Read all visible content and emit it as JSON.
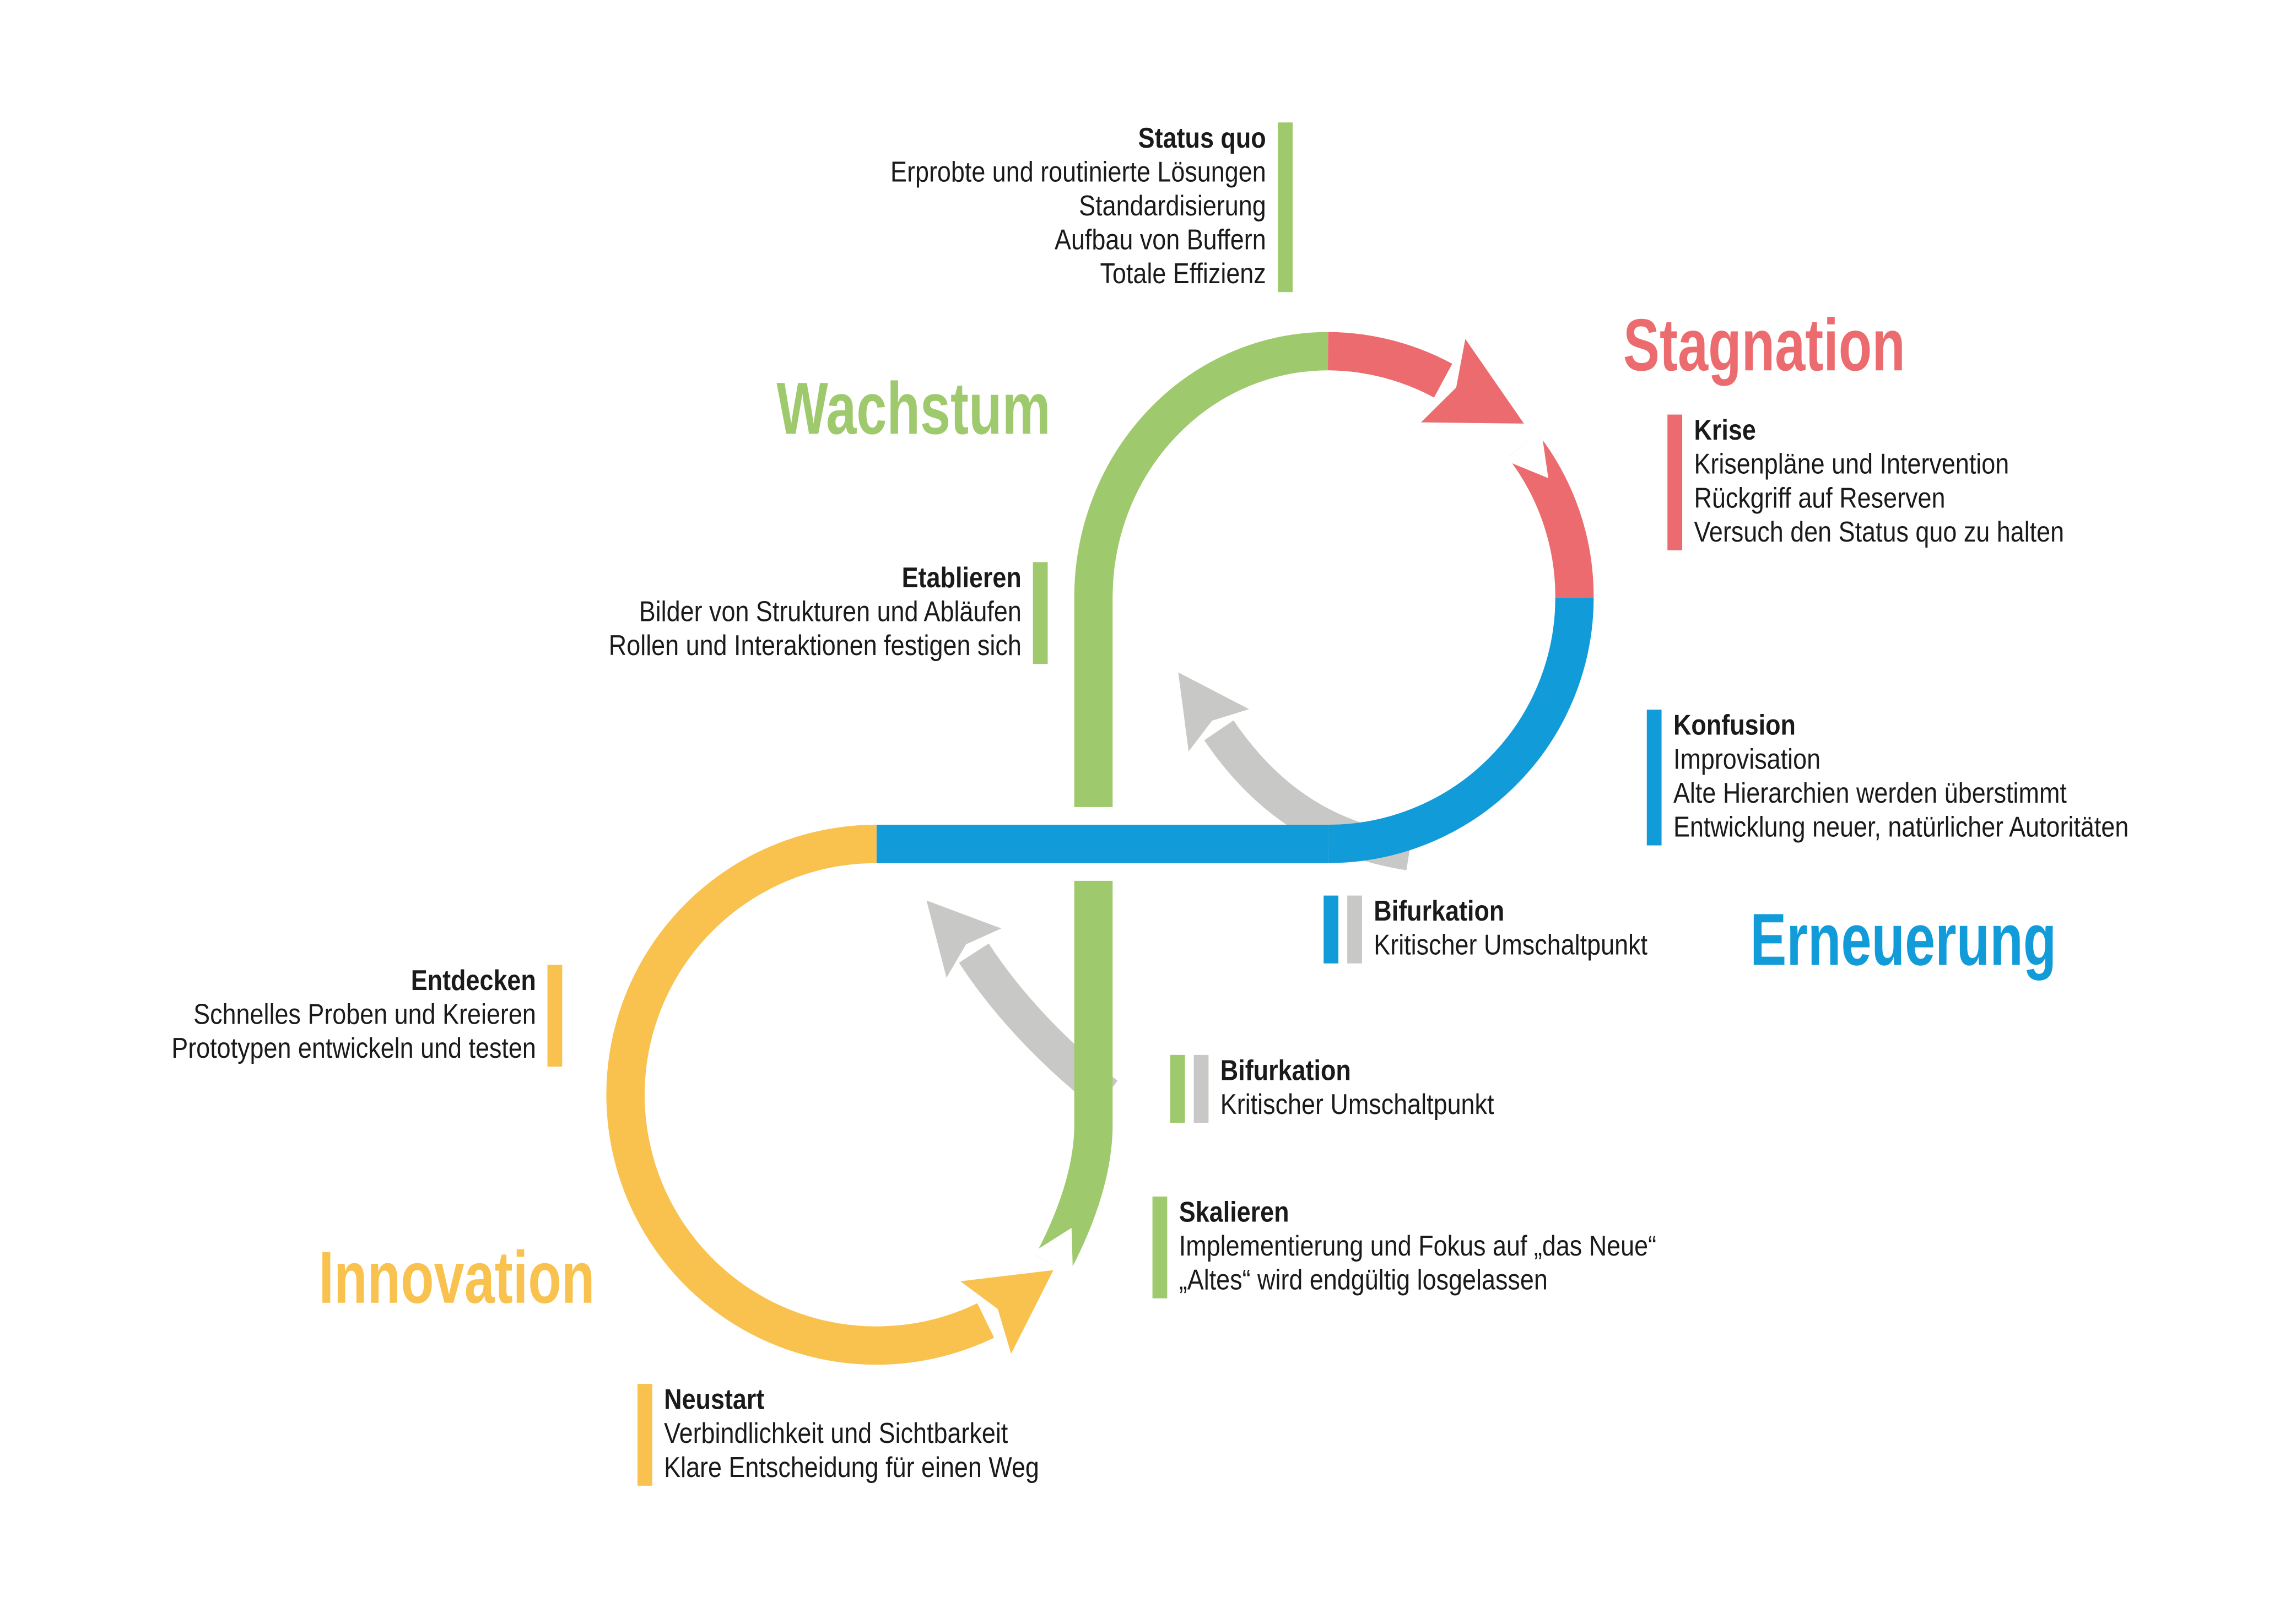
{
  "diagram_title": "Adaptive cycle loop diagram (figure-eight of organizational phases)",
  "colors": {
    "green": "#9fc96d",
    "red": "#ec6b6e",
    "blue": "#119cd9",
    "yellow": "#f9c24f",
    "gray": "#c8c8c6",
    "text": "#1a1a1a",
    "background": "#ffffff"
  },
  "headings": [
    {
      "id": "wachstum",
      "label": "Wachstum",
      "color": "green"
    },
    {
      "id": "stagnation",
      "label": "Stagnation",
      "color": "red"
    },
    {
      "id": "erneuerung",
      "label": "Erneuerung",
      "color": "blue"
    },
    {
      "id": "innovation",
      "label": "Innovation",
      "color": "yellow"
    }
  ],
  "labels": [
    {
      "id": "status-quo",
      "title": "Status quo",
      "align": "right",
      "bars": [
        "green"
      ],
      "lines": [
        "Erprobte und routinierte Lösungen",
        "Standardisierung",
        "Aufbau von Buffern",
        "Totale Effizienz"
      ]
    },
    {
      "id": "krise",
      "title": "Krise",
      "align": "left",
      "bars": [
        "red"
      ],
      "lines": [
        "Krisenpläne und Intervention",
        "Rückgriff auf Reserven",
        "Versuch den Status quo zu halten"
      ]
    },
    {
      "id": "konfusion",
      "title": "Konfusion",
      "align": "left",
      "bars": [
        "blue"
      ],
      "lines": [
        "Improvisation",
        "Alte Hierarchien werden überstimmt",
        "Entwicklung neuer, natürlicher Autoritäten"
      ]
    },
    {
      "id": "bifurkation-oben",
      "title": "Bifurkation",
      "align": "left",
      "bars": [
        "blue",
        "gray"
      ],
      "lines": [
        "Kritischer Umschaltpunkt"
      ]
    },
    {
      "id": "bifurkation-unten",
      "title": "Bifurkation",
      "align": "left",
      "bars": [
        "green",
        "gray"
      ],
      "lines": [
        "Kritischer Umschaltpunkt"
      ]
    },
    {
      "id": "skalieren",
      "title": "Skalieren",
      "align": "left",
      "bars": [
        "green"
      ],
      "lines": [
        "Implementierung und Fokus auf „das Neue“",
        "„Altes“ wird endgültig losgelassen"
      ]
    },
    {
      "id": "neustart",
      "title": "Neustart",
      "align": "left",
      "bars": [
        "yellow"
      ],
      "lines": [
        "Verbindlichkeit und Sichtbarkeit",
        "Klare Entscheidung für einen Weg"
      ]
    },
    {
      "id": "entdecken",
      "title": "Entdecken",
      "align": "right",
      "bars": [
        "yellow"
      ],
      "lines": [
        "Schnelles Proben und Kreieren",
        "Prototypen entwickeln und testen"
      ]
    },
    {
      "id": "etablieren",
      "title": "Etablieren",
      "align": "right",
      "bars": [
        "green"
      ],
      "lines": [
        "Bilder von Strukturen und Abläufen",
        "Rollen und Interaktionen festigen sich"
      ]
    }
  ],
  "icons": {
    "stagnation_arrowhead": "red-arrowhead-down-right",
    "innovation_arrowhead": "yellow-arrowhead-up-right",
    "top_return_arrow": "gray-curved-arrow-up-left",
    "bottom_return_arrow": "gray-curved-arrow-up-left"
  }
}
